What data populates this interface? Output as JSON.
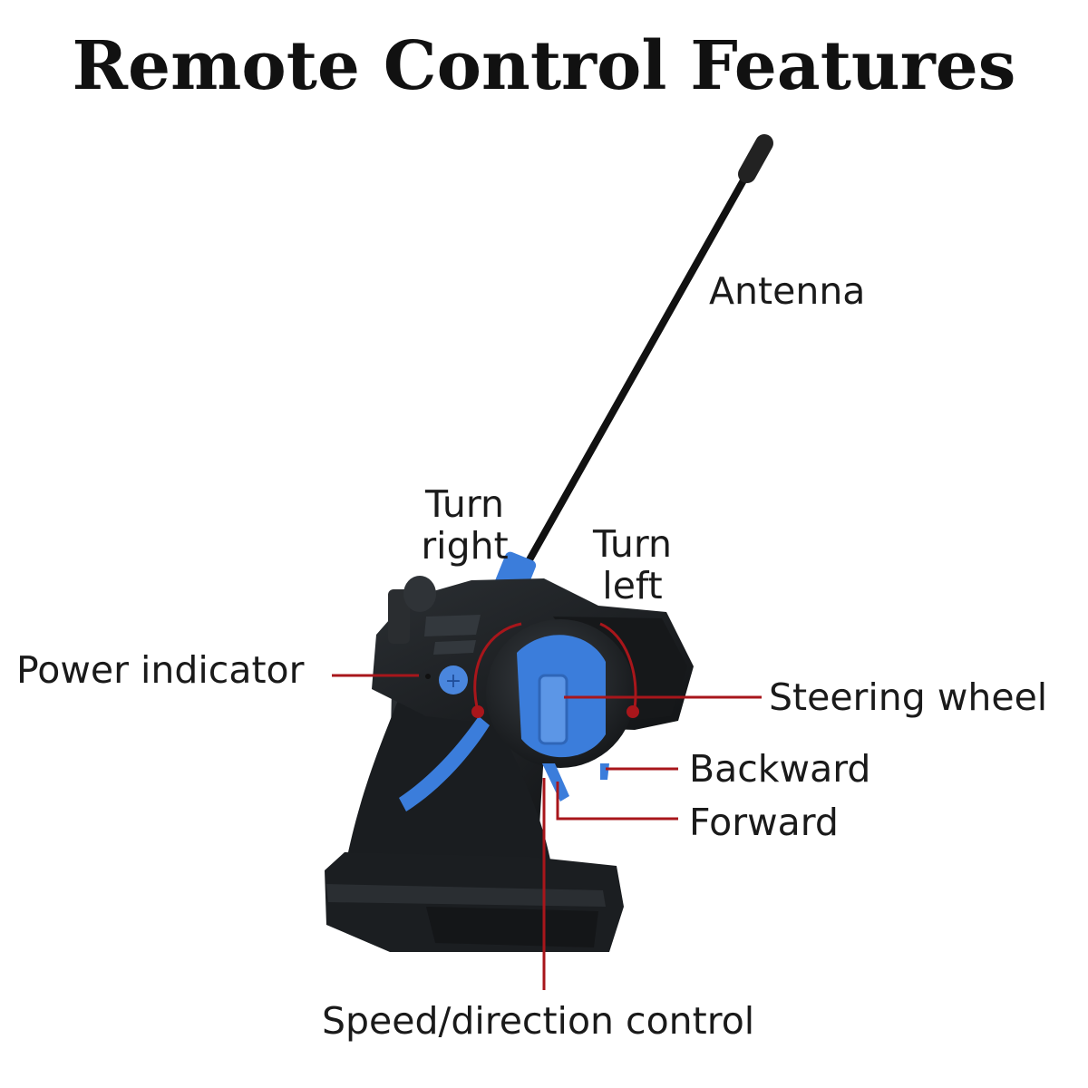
{
  "title": "Remote Control Features",
  "labels": {
    "antenna": "Antenna",
    "turn_right_line1": "Turn",
    "turn_right_line2": "right",
    "turn_left_line1": "Turn",
    "turn_left_line2": "left",
    "power_indicator": "Power indicator",
    "steering_wheel": "Steering wheel",
    "backward": "Backward",
    "forward": "Forward",
    "speed_direction": "Speed/direction control"
  },
  "colors": {
    "body": "#1c1f22",
    "accent_blue": "#3b7ddb",
    "callout_red": "#a8161b",
    "text": "#1a1a1a"
  }
}
